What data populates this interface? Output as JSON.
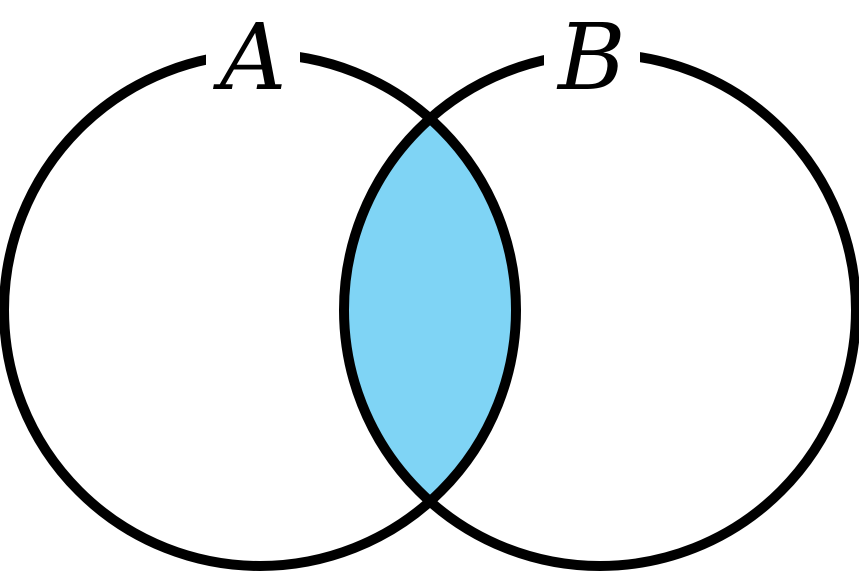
{
  "venn": {
    "sets": [
      {
        "label": "A"
      },
      {
        "label": "B"
      }
    ],
    "highlighted_region": "A∩B",
    "colors": {
      "intersection_fill": "#7fd4f5",
      "stroke": "#000000",
      "background": "#ffffff"
    }
  }
}
